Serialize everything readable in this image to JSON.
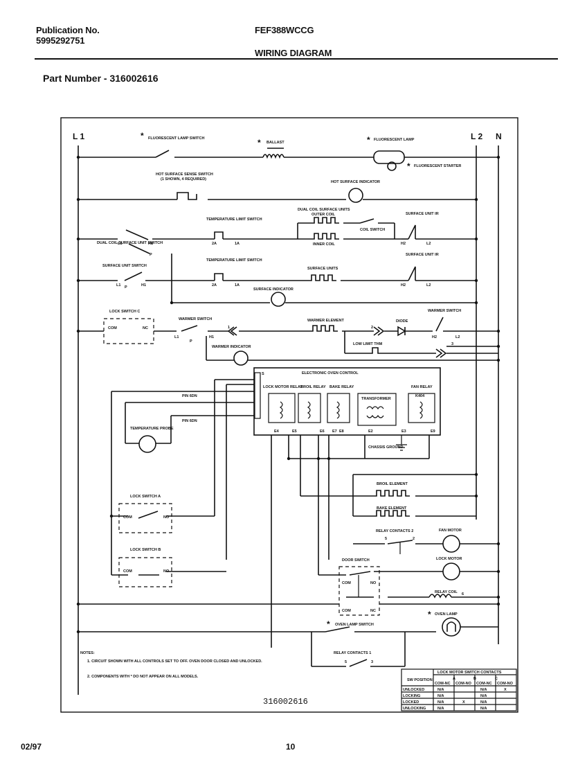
{
  "header": {
    "publication_label": "Publication No.",
    "publication_number": "5995292751",
    "model": "FEF388WCCG",
    "title": "WIRING DIAGRAM"
  },
  "part_number": "Part Number - 316002616",
  "diagram_number": "316002616",
  "footer": {
    "date": "02/97",
    "page": "10"
  },
  "rails": {
    "l1": "L 1",
    "l2": "L 2",
    "n": "N"
  },
  "labels": {
    "fluorescent_lamp_switch": "FLUORESCENT LAMP SWITCH",
    "ballast": "BALLAST",
    "fluorescent_lamp": "FLUORESCENT LAMP",
    "fluorescent_starter": "FLUORESCENT STARTER",
    "hot_surface_sense_switch": "HOT SURFACE SENSE SWITCH",
    "hot_surface_sense_note": "(1 SHOWN, 4 REQUIRED)",
    "hot_surface_indicator": "HOT SURFACE INDICATOR",
    "temp_limit_switch_1": "TEMPERATURE LIMIT SWITCH",
    "dual_coil_units": "DUAL COIL SURFACE UNITS",
    "outer_coil": "OUTER COIL",
    "inner_coil": "INNER COIL",
    "coil_switch": "COIL SWITCH",
    "surface_unit_ir_1": "SURFACE UNIT IR",
    "dual_coil_switch": "DUAL COIL SURFACE UNIT SWITCH",
    "surface_unit_switch": "SURFACE UNIT SWITCH",
    "temp_limit_switch_2": "TEMPERATURE LIMIT SWITCH",
    "surface_units": "SURFACE UNITS",
    "surface_unit_ir_2": "SURFACE UNIT IR",
    "surface_indicator": "SURFACE INDICATOR",
    "lock_switch_c": "LOCK SWITCH C",
    "warmer_switch_1": "WARMER SWITCH",
    "warmer_element": "WARMER ELEMENT",
    "diode": "DIODE",
    "warmer_switch_2": "WARMER SWITCH",
    "low_limit": "LOW LIMIT THM",
    "warmer_indicator": "WARMER INDICATOR",
    "electronic_oven_control": "ELECTRONIC OVEN CONTROL",
    "lock_motor_relay": "LOCK MOTOR RELAY",
    "broil_relay": "BROIL RELAY",
    "bake_relay": "BAKE RELAY",
    "transformer": "TRANSFORMER",
    "fan_relay": "FAN RELAY",
    "k404": "K404",
    "chassis_ground": "CHASSIS GROUND",
    "pin_6dn": "PIN 6DN",
    "pin_6dn_2": "PIN 6DN",
    "temperature_probe": "TEMPERATURE PROBE",
    "broil_element": "BROIL ELEMENT",
    "bake_element": "BAKE ELEMENT",
    "relay_contacts_2": "RELAY CONTACTS 2",
    "fan_motor": "FAN MOTOR",
    "lock_switch_a": "LOCK SWITCH A",
    "lock_switch_b": "LOCK SWITCH B",
    "door_switch": "DOOR SWITCH",
    "lock_motor": "LOCK MOTOR",
    "relay_coil": "RELAY COIL",
    "oven_lamp": "OVEN LAMP",
    "oven_lamp_switch": "OVEN LAMP SWITCH",
    "relay_contacts_1": "RELAY CONTACTS 1",
    "com": "COM",
    "nc": "NC",
    "no": "NO"
  },
  "terminals": {
    "l1": "L1",
    "h1": "H1",
    "p": "P",
    "t2a": "2A",
    "t1a": "1A",
    "h2": "H2",
    "l2": "L2",
    "n": "N",
    "t1": "1",
    "t2": "2",
    "t3": "3",
    "t5": "5",
    "t6": "6",
    "s": "S",
    "e4": "E4",
    "e5": "E5",
    "e6": "E6",
    "e7": "E7",
    "e8": "E8",
    "e2": "E2",
    "e3": "E3",
    "e9": "E9"
  },
  "notes": {
    "title": "NOTES:",
    "items": [
      "1. CIRCUIT SHOWN WITH ALL CONTROLS SET TO OFF. OVEN DOOR CLOSED AND UNLOCKED.",
      "2. COMPONENTS WITH * DO NOT APPEAR ON ALL MODELS."
    ]
  },
  "table": {
    "header": "LOCK MOTOR SWITCH CONTACTS",
    "position_label": "SW POSITION",
    "groups": [
      "A",
      "B",
      "C"
    ],
    "subcols": [
      "COM-NC",
      "COM-NO",
      "COM-NC",
      "COM-NO"
    ],
    "rows": [
      {
        "name": "UNLOCKED",
        "cells": [
          "N/A",
          "",
          "N/A",
          "X"
        ]
      },
      {
        "name": "LOCKING",
        "cells": [
          "N/A",
          "",
          "N/A",
          ""
        ]
      },
      {
        "name": "LOCKED",
        "cells": [
          "N/A",
          "X",
          "N/A",
          ""
        ]
      },
      {
        "name": "UNLOCKING",
        "cells": [
          "N/A",
          "",
          "N/A",
          ""
        ]
      }
    ]
  }
}
